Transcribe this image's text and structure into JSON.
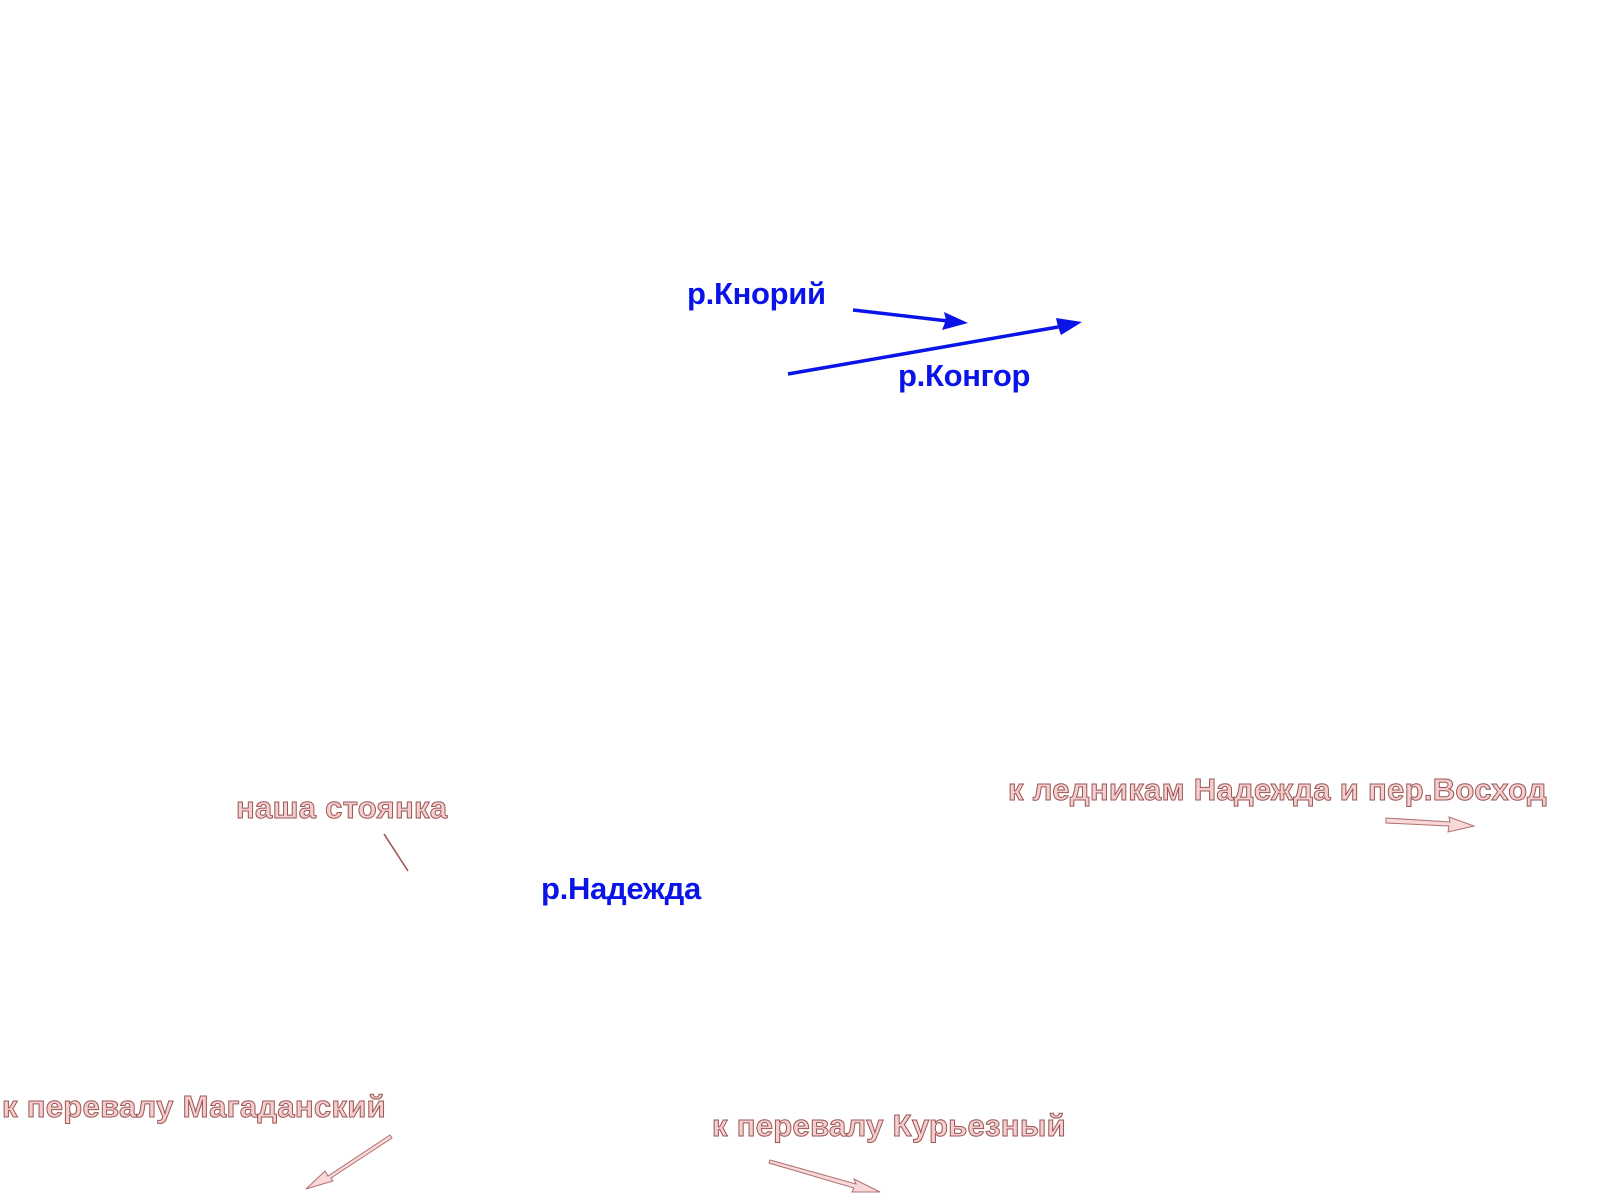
{
  "colors": {
    "river_text": "#0a14e8",
    "route_fill": "#f5cece",
    "route_stroke": "#9a5656",
    "route_arrow_fill": "#f8d8d8",
    "route_arrow_stroke": "#b07070"
  },
  "rivers": {
    "knoriy": "р.Кнорий",
    "kongor": "р.Конгор",
    "nadezhda": "р.Надежда"
  },
  "routes": {
    "camp": "наша стоянка",
    "glaciers": "к ледникам Надежда и пер.Восход",
    "magadansky": "к перевалу Магаданский",
    "kuryezny": "к перевалу  Курьезный"
  }
}
